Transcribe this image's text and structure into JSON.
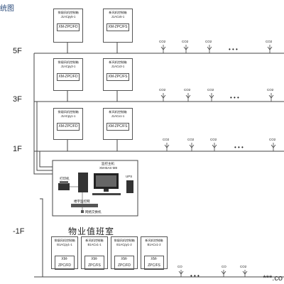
{
  "header": {
    "title_fragment": "统图"
  },
  "floors": [
    "5F",
    "3F",
    "1F",
    "-1F"
  ],
  "controllers": {
    "5F": [
      {
        "title": "排烟风机控制箱",
        "id": "J1ACpy5-1",
        "model": "XM-ZPC/FD"
      },
      {
        "title": "新风机控制箱",
        "id": "J1ACx5-1",
        "model": "XM-ZPC/FS"
      }
    ],
    "3F": [
      {
        "title": "排烟风机控制箱",
        "id": "J1ACpy3-1",
        "model": "XM-ZPC/FD"
      },
      {
        "title": "新风机控制箱",
        "id": "J1ACx3-1",
        "model": "XM-ZPC/FS"
      }
    ],
    "1F": [
      {
        "title": "排烟风机控制箱",
        "id": "J1ACpy1-1",
        "model": "XM-ZPC/FD"
      },
      {
        "title": "新风机控制箱",
        "id": "J1ACx1-1",
        "model": "XM-ZPC/FS"
      }
    ],
    "B1": [
      {
        "title": "排烟风机控制箱",
        "id": "B1ACpy1-1",
        "model": "XM-ZPC/FD"
      },
      {
        "title": "新风机控制箱",
        "id": "B1ACx1-1",
        "model": "XM-ZPC/FS"
      },
      {
        "title": "排烟风机控制箱",
        "id": "B1ACpy1-2",
        "model": "XM-ZPC/FD"
      },
      {
        "title": "新风机控制箱",
        "id": "B1ACx1-2",
        "model": "XM-ZPC/FS"
      }
    ]
  },
  "sensor_label": "CO2",
  "co_label": "CO",
  "ellipsis": "• • •",
  "control_room": {
    "title": "物业值班室",
    "host_label": "监控主机",
    "host_sub": "XM-BAS-M8",
    "ups_label": "UPS",
    "printer_label": "打印机",
    "switch_label": "楼宇监控网",
    "line_label": "网络交换机"
  },
  "watermark": "***.co"
}
